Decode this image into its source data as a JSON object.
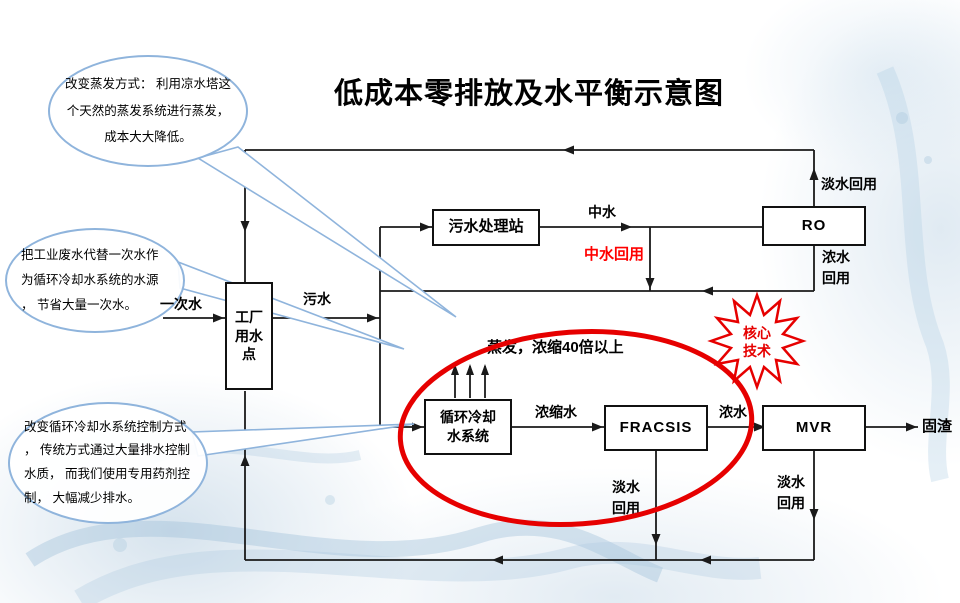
{
  "title": "低成本零排放及水平衡示意图",
  "callouts": {
    "evaporation_note": {
      "lines": [
        "改变蒸发方式： 利用凉水塔这",
        "个天然的蒸发系统进行蒸发，",
        "成本大大降低。"
      ]
    },
    "wastewater_note": {
      "lines": [
        "把工业废水代替一次水作",
        "为循环冷却水系统的水源",
        "， 节省大量一次水。"
      ]
    },
    "control_note": {
      "lines": [
        "改变循环冷却水系统控制方式",
        "， 传统方式通过大量排水控制",
        "水质， 而我们使用专用药剂控",
        "制， 大幅减少排水。"
      ]
    }
  },
  "nodes": {
    "factory": {
      "lines": [
        "工厂",
        "用水",
        "点"
      ]
    },
    "sewage_plant": {
      "label": "污水处理站"
    },
    "ro": {
      "label": "RO"
    },
    "cooling_system": {
      "lines": [
        "循环冷却",
        "水系统"
      ]
    },
    "fracsis": {
      "label": "FRACSIS"
    },
    "mvr": {
      "label": "MVR"
    }
  },
  "flow_labels": {
    "primary_water": "一次水",
    "sewage": "污水",
    "reclaimed_water": "中水",
    "reclaimed_water_reuse": "中水回用",
    "fresh_water_reuse_top": "淡水回用",
    "concentrated_water_reuse": {
      "lines": [
        "浓水",
        "回用"
      ]
    },
    "evaporation": "蒸发，浓缩40倍以上",
    "concentrate_water": "浓缩水",
    "concentrate": "浓水",
    "solid_residue": "固渣",
    "fresh_reuse_fracsis": {
      "lines": [
        "淡水",
        "回用"
      ]
    },
    "fresh_reuse_mvr": {
      "lines": [
        "淡水",
        "回用"
      ]
    }
  },
  "badge": {
    "lines": [
      "核心",
      "技术"
    ]
  },
  "colors": {
    "highlight_red": "#e60000",
    "label_red": "#ff0000",
    "callout_blue": "#8fb4dc",
    "line_black": "#1a1a1a"
  }
}
